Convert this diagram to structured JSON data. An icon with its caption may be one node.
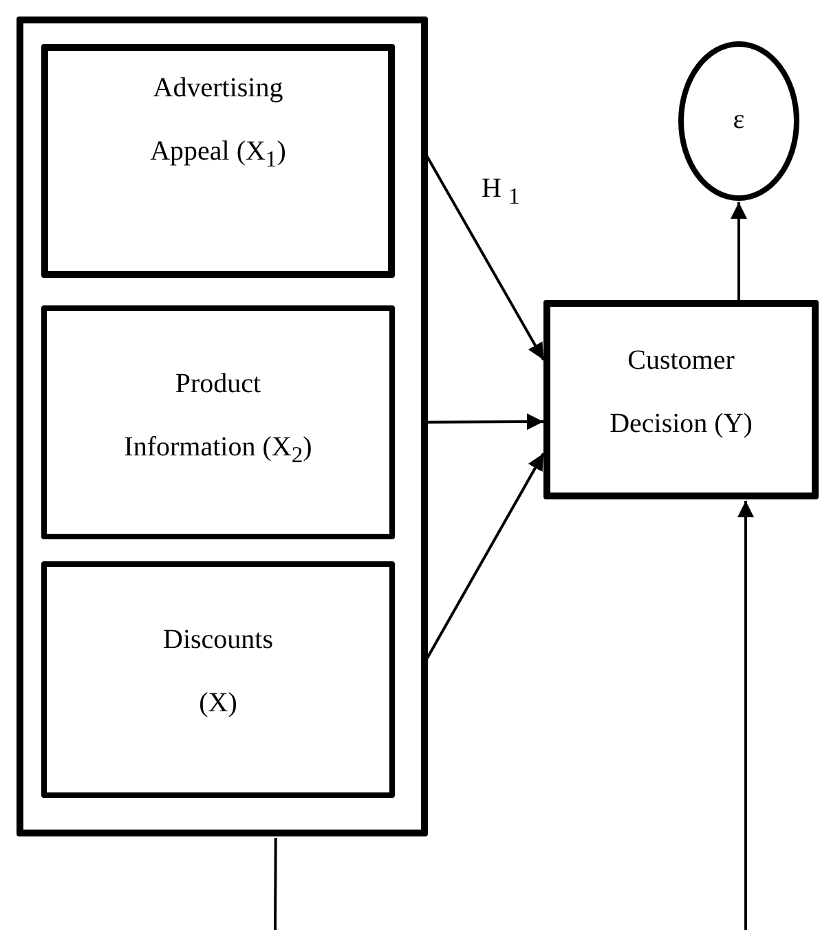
{
  "diagram": {
    "nodes": [
      {
        "text": [],
        "shape": "box"
      },
      {
        "text": [
          "Advertising Appeal (X$_{1}$)"
        ],
        "in": 0
      },
      {
        "text": [
          "Product Information (X$_{2}$)"
        ],
        "in": 0
      },
      {
        "text": [
          "Discounts (X)"
        ],
        "in": 0
      },
      {
        "text": [
          "Customer Decision (Y)"
        ]
      },
      {
        "text": [
          "ε"
        ]
      }
    ],
    "edges": [
      {
        "from": 1,
        "to": 4,
        "arrow": "to",
        "label": "H $_{1}$"
      },
      {
        "from": 2,
        "to": 4,
        "arrow": "to"
      },
      {
        "from": 3,
        "to": 4,
        "arrow": "to"
      },
      {
        "from": 4,
        "to": 5,
        "arrow": "to"
      },
      {
        "from": 0,
        "to": null,
        "arrow": "none"
      },
      {
        "from": null,
        "to": 4,
        "arrow": "to"
      }
    ]
  }
}
